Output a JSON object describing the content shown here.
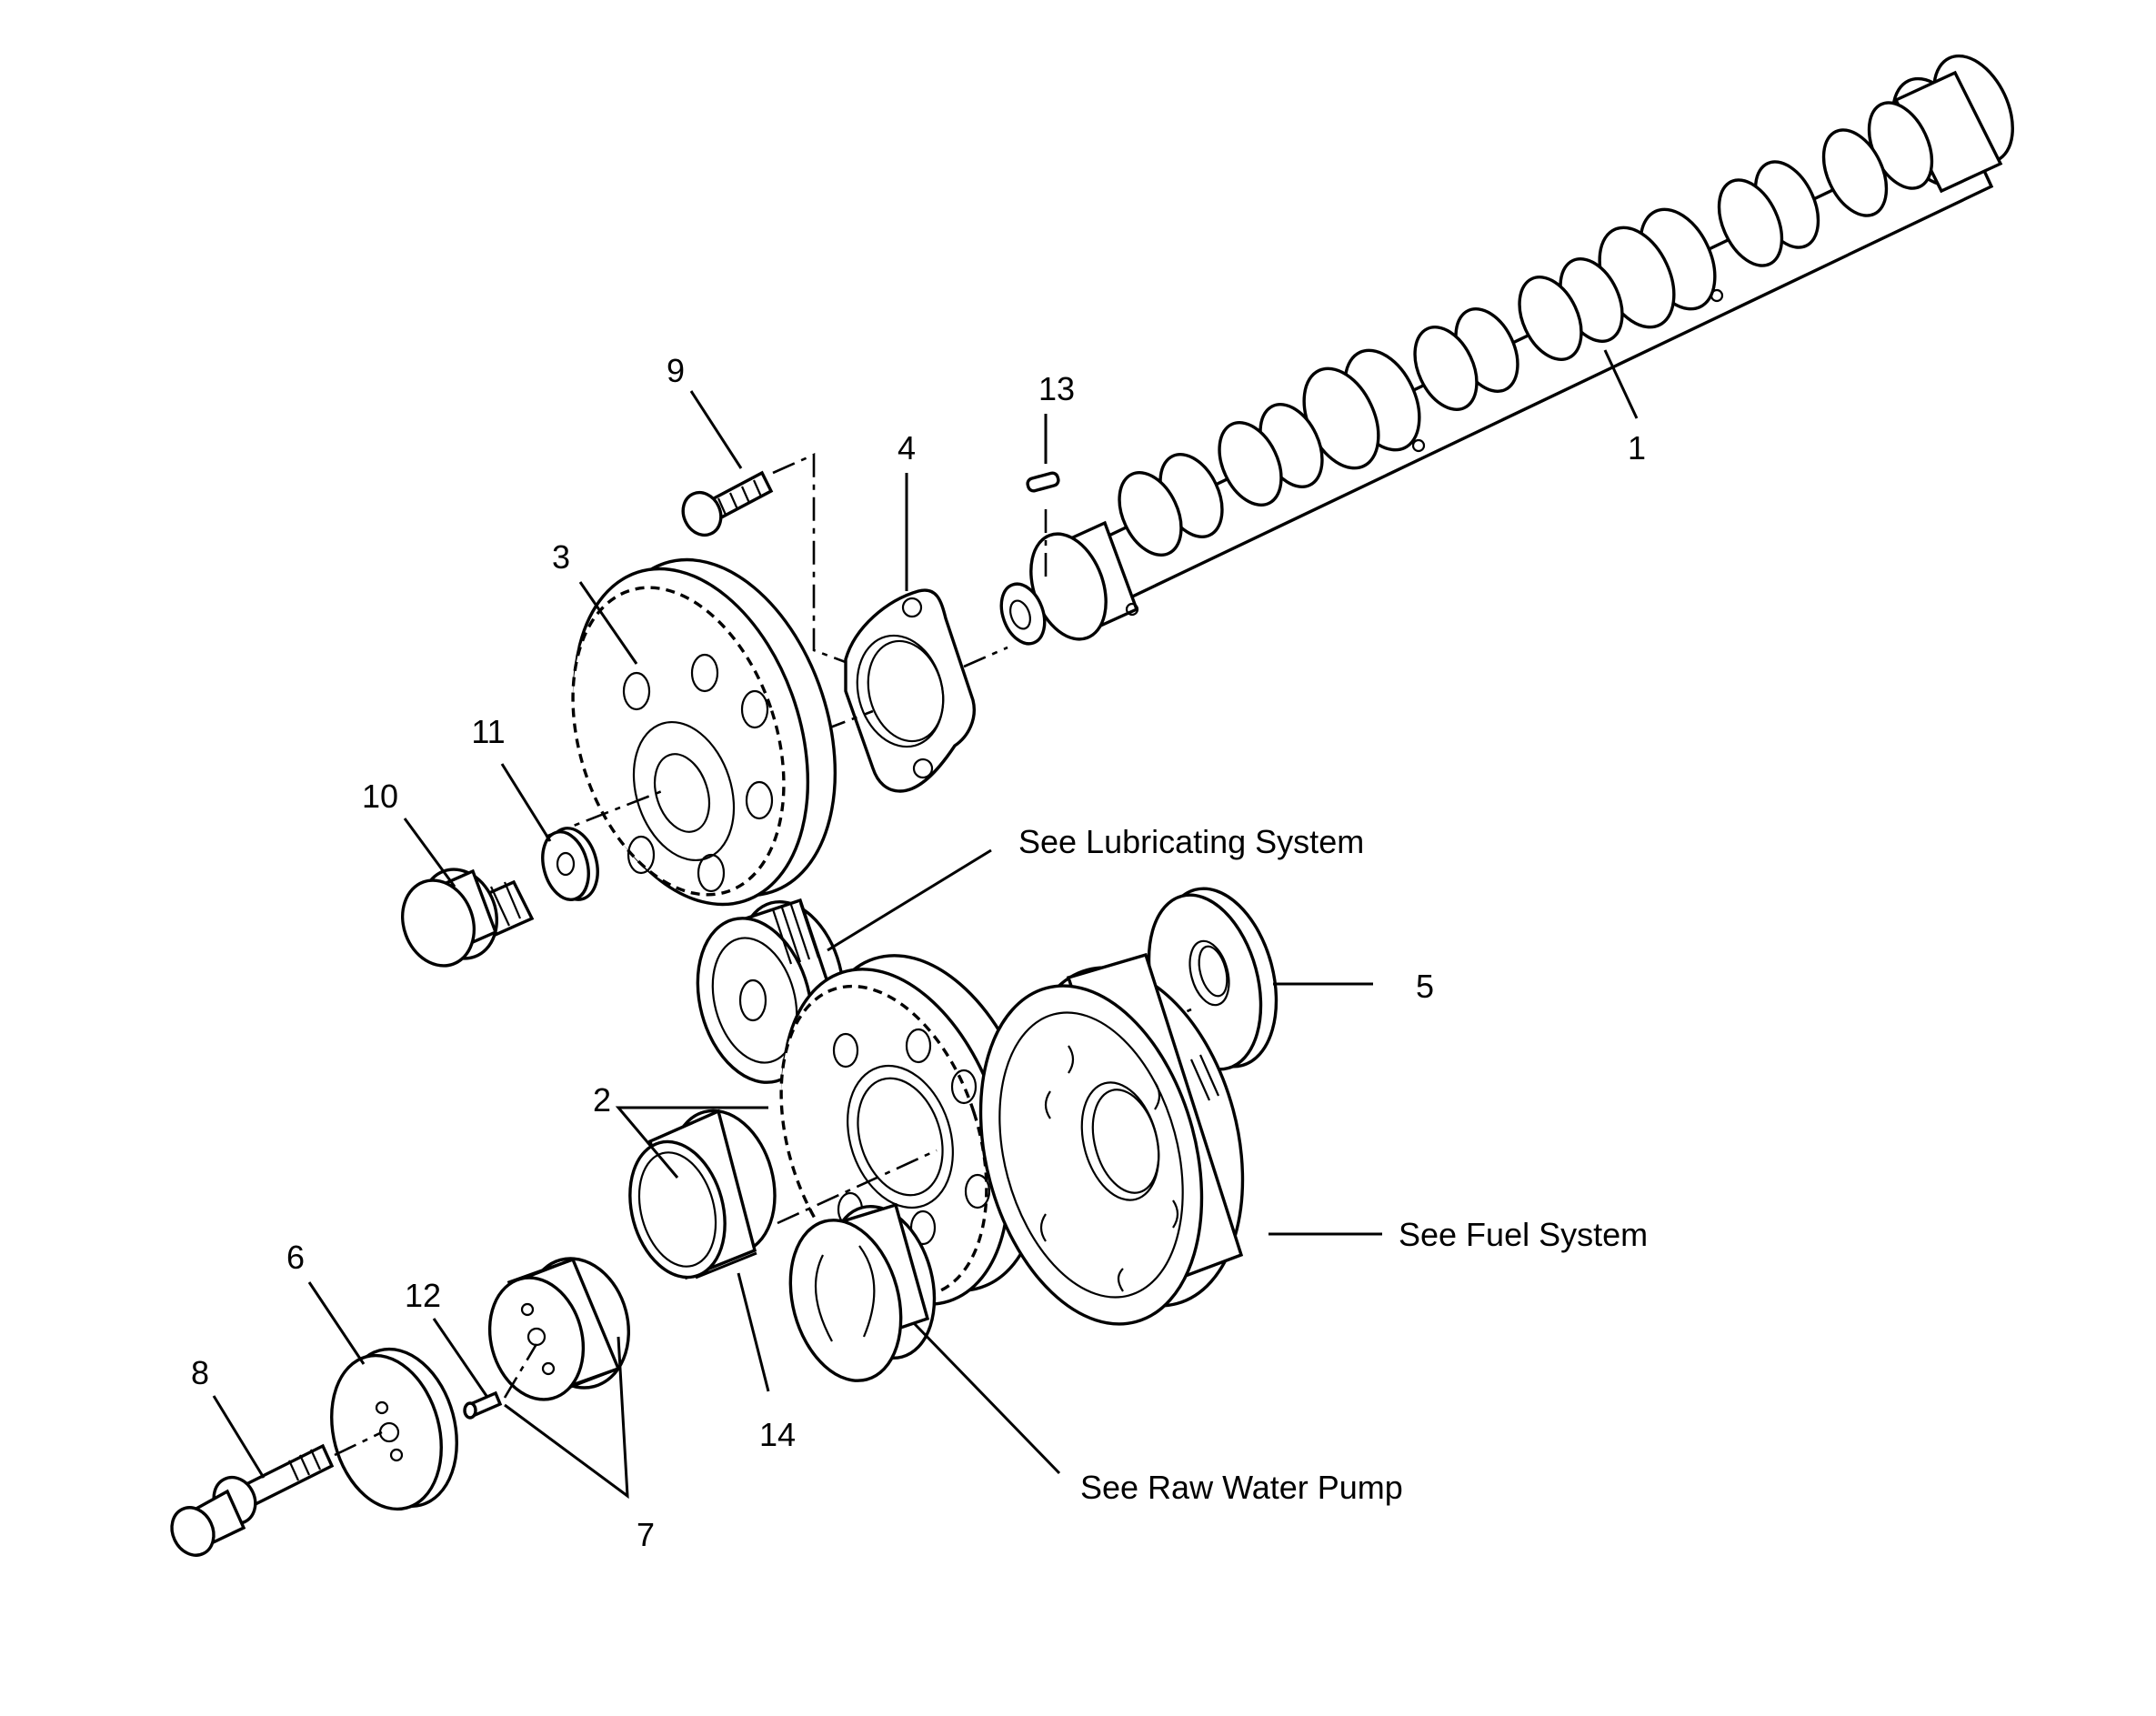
{
  "callouts": {
    "c1": "1",
    "c2": "2",
    "c3": "3",
    "c4": "4",
    "c5": "5",
    "c6": "6",
    "c7": "7",
    "c8": "8",
    "c9": "9",
    "c10": "10",
    "c11": "11",
    "c12": "12",
    "c13": "13",
    "c14": "14"
  },
  "references": {
    "lubricating": "See Lubricating System",
    "fuel": "See Fuel System",
    "raw_water": "See Raw Water Pump"
  },
  "colors": {
    "ink": "#000000",
    "paper": "#ffffff"
  }
}
